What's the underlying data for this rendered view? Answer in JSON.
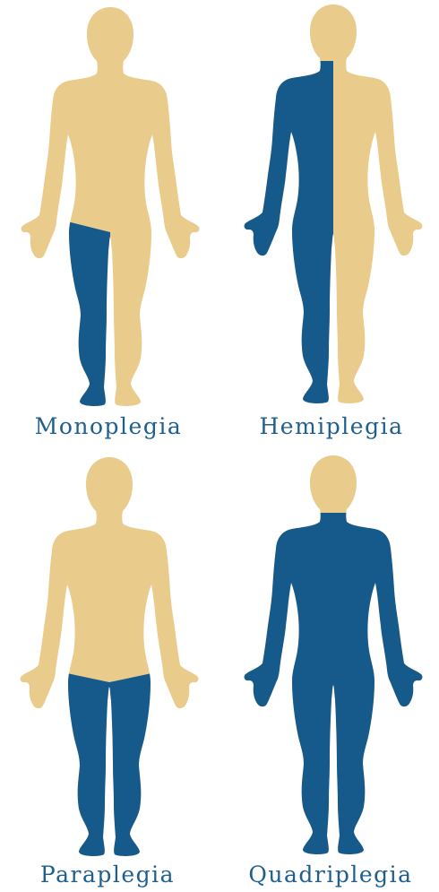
{
  "colors": {
    "background": "#FFFFFF",
    "unaffected_body": "#E9CB8B",
    "affected_body": "#16598B",
    "label_text": "#1F5F8E"
  },
  "figures": [
    {
      "label": "Monoplegia"
    },
    {
      "label": "Hemiplegia"
    },
    {
      "label": "Paraplegia"
    },
    {
      "label": "Quadriplegia"
    }
  ]
}
